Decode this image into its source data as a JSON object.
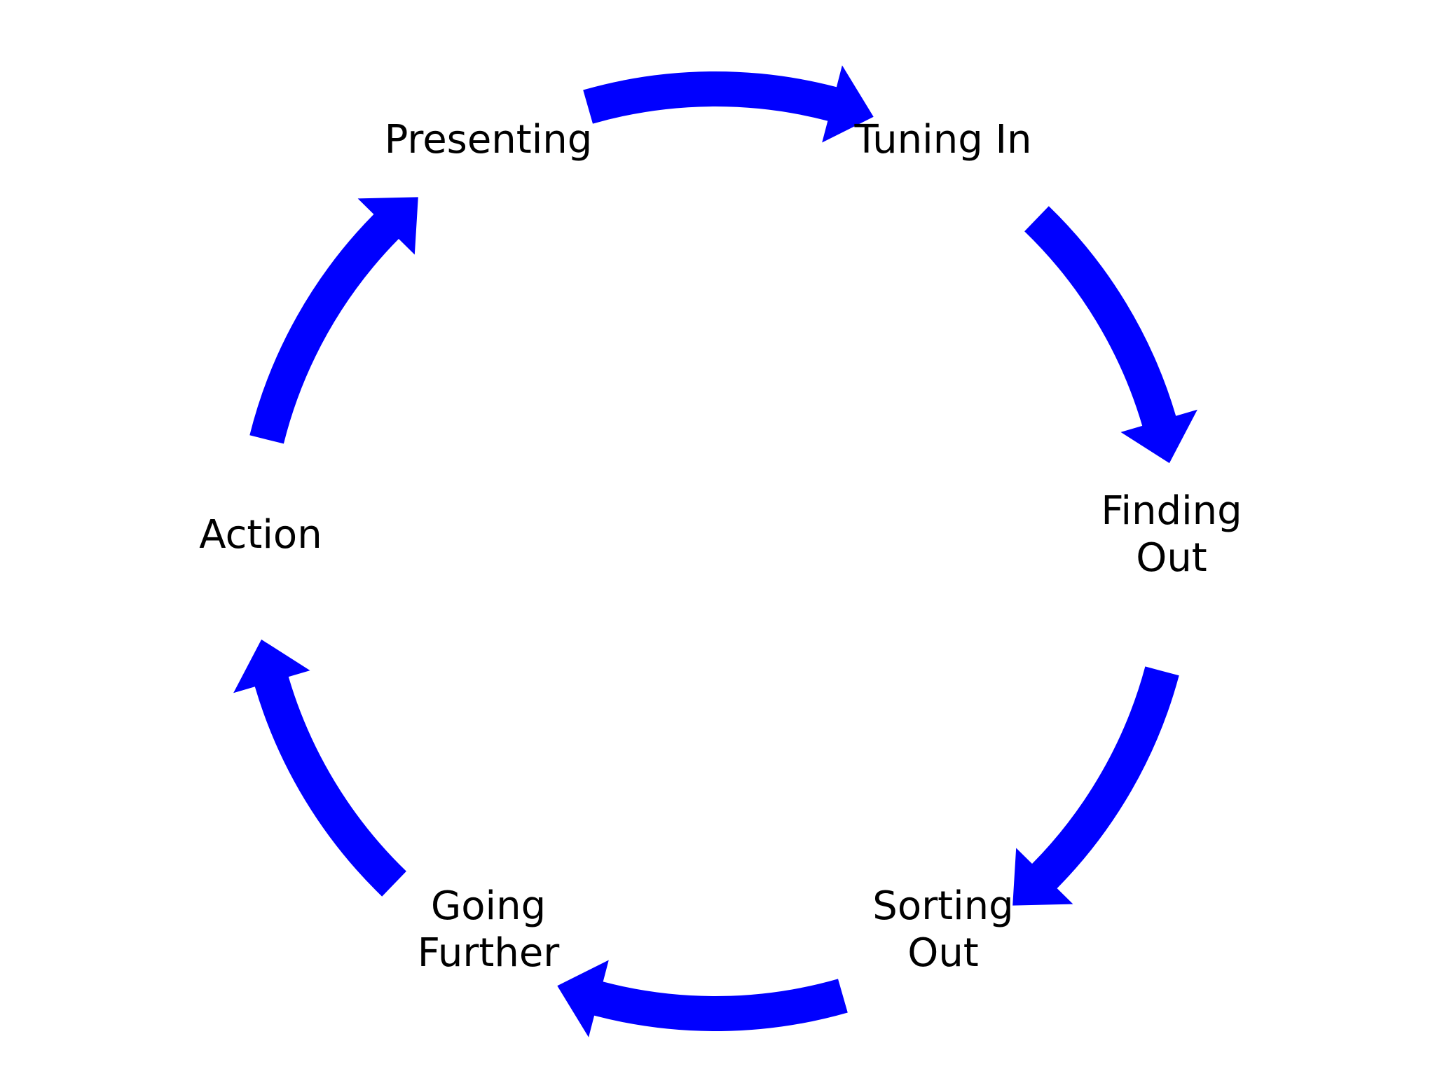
{
  "diagram": {
    "arrow_color": "#0000ff",
    "text_color": "#000000",
    "background": "#ffffff",
    "stages": [
      {
        "line1": "Tuning In",
        "line2": ""
      },
      {
        "line1": "Finding",
        "line2": "Out"
      },
      {
        "line1": "Sorting",
        "line2": "Out"
      },
      {
        "line1": "Going",
        "line2": "Further"
      },
      {
        "line1": "Action",
        "line2": ""
      },
      {
        "line1": "Presenting",
        "line2": ""
      }
    ],
    "arrows": [
      {
        "from": "Presenting",
        "to": "Tuning In"
      },
      {
        "from": "Tuning In",
        "to": "Finding Out"
      },
      {
        "from": "Finding Out",
        "to": "Sorting Out"
      },
      {
        "from": "Sorting Out",
        "to": "Going Further"
      },
      {
        "from": "Going Further",
        "to": "Action"
      },
      {
        "from": "Action",
        "to": "Presenting"
      }
    ]
  }
}
